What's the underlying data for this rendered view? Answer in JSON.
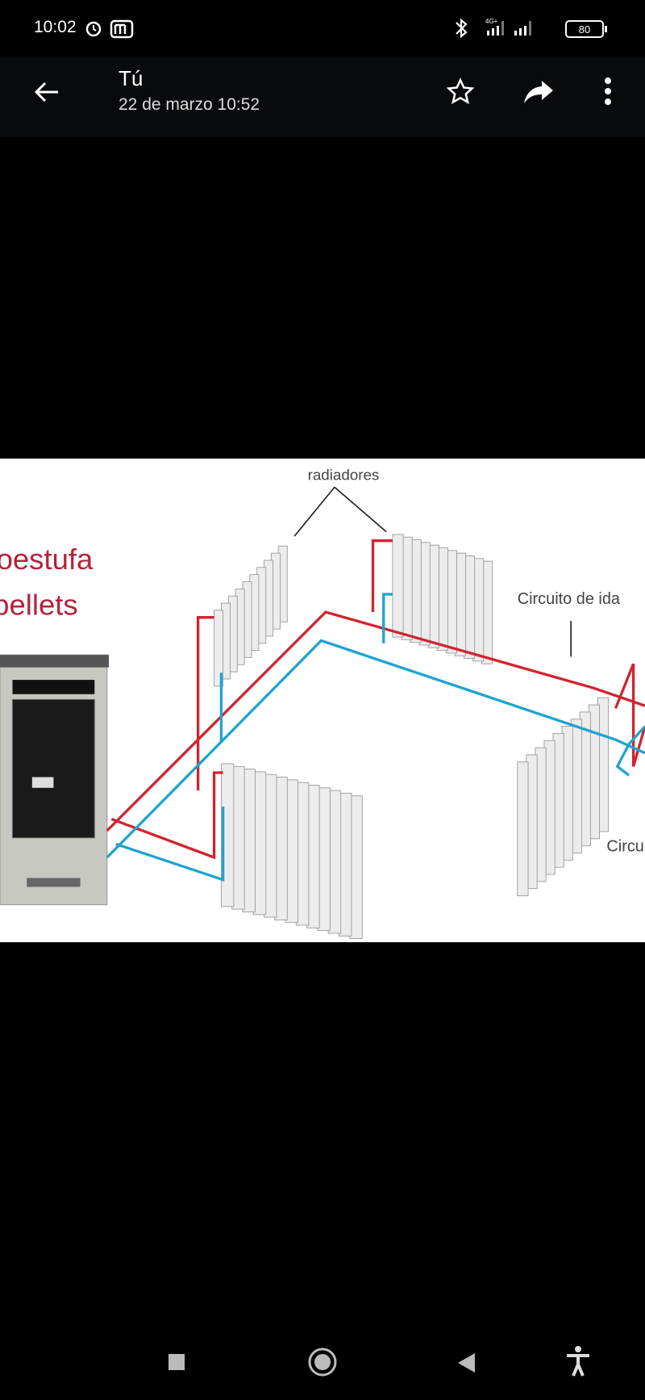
{
  "status_bar": {
    "time": "10:02",
    "network": "4G+",
    "battery": "80"
  },
  "header": {
    "title": "Tú",
    "subtitle": "22 de marzo 10:52"
  },
  "image": {
    "labels": {
      "radiators": "radiadores",
      "stove_line1": "oestufa",
      "stove_line2": "pellets",
      "supply": "Circuito de ida",
      "return_partial": "Circu"
    },
    "colors": {
      "supply": "#d1242f",
      "return": "#1fa3d0",
      "text_red": "#b5223b"
    }
  }
}
